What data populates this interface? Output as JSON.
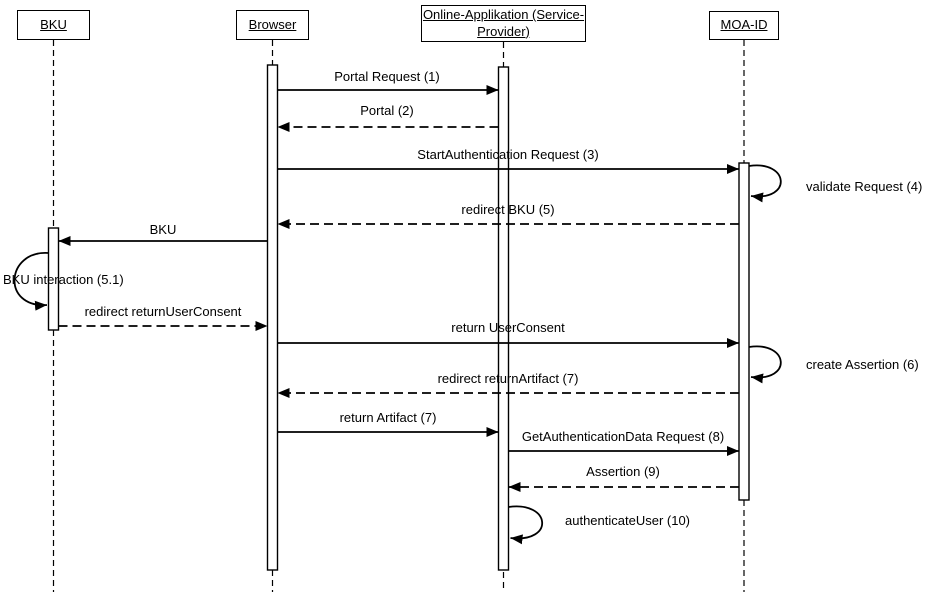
{
  "diagram": {
    "type": "uml-sequence-diagram",
    "colors": {
      "line": "#000000",
      "background": "#ffffff"
    },
    "actors": [
      {
        "id": "bku",
        "label": "BKU"
      },
      {
        "id": "browser",
        "label": "Browser"
      },
      {
        "id": "online-app",
        "label_lines": [
          "Online-Applikation (Service-",
          "Provider)"
        ]
      },
      {
        "id": "moa-id",
        "label": "MOA-ID"
      }
    ],
    "messages": [
      {
        "label": "Portal Request (1)",
        "from": "Browser",
        "to": "Online-Applikation",
        "style": "solid"
      },
      {
        "label": "Portal (2)",
        "from": "Online-Applikation",
        "to": "Browser",
        "style": "dashed"
      },
      {
        "label": "StartAuthentication Request (3)",
        "from": "Browser",
        "to": "MOA-ID",
        "style": "solid"
      },
      {
        "label": "validate Request (4)",
        "from": "MOA-ID",
        "to": "MOA-ID",
        "style": "self"
      },
      {
        "label": "redirect BKU (5)",
        "from": "MOA-ID",
        "to": "Browser",
        "style": "dashed"
      },
      {
        "label": "BKU",
        "from": "Browser",
        "to": "BKU",
        "style": "solid"
      },
      {
        "label": "BKU interaction (5.1)",
        "from": "BKU",
        "to": "BKU",
        "style": "self"
      },
      {
        "label": "redirect returnUserConsent",
        "from": "BKU",
        "to": "Browser",
        "style": "dashed"
      },
      {
        "label": "return UserConsent",
        "from": "Browser",
        "to": "MOA-ID",
        "style": "solid"
      },
      {
        "label": "create Assertion (6)",
        "from": "MOA-ID",
        "to": "MOA-ID",
        "style": "self"
      },
      {
        "label": "redirect returnArtifact (7)",
        "from": "MOA-ID",
        "to": "Browser",
        "style": "dashed"
      },
      {
        "label": "return Artifact (7)",
        "from": "Browser",
        "to": "Online-Applikation",
        "style": "solid"
      },
      {
        "label": "GetAuthenticationData Request (8)",
        "from": "Online-Applikation",
        "to": "MOA-ID",
        "style": "solid"
      },
      {
        "label": "Assertion (9)",
        "from": "MOA-ID",
        "to": "Online-Applikation",
        "style": "dashed"
      },
      {
        "label": "authenticateUser (10)",
        "from": "Online-Applikation",
        "to": "Online-Applikation",
        "style": "self"
      }
    ]
  }
}
